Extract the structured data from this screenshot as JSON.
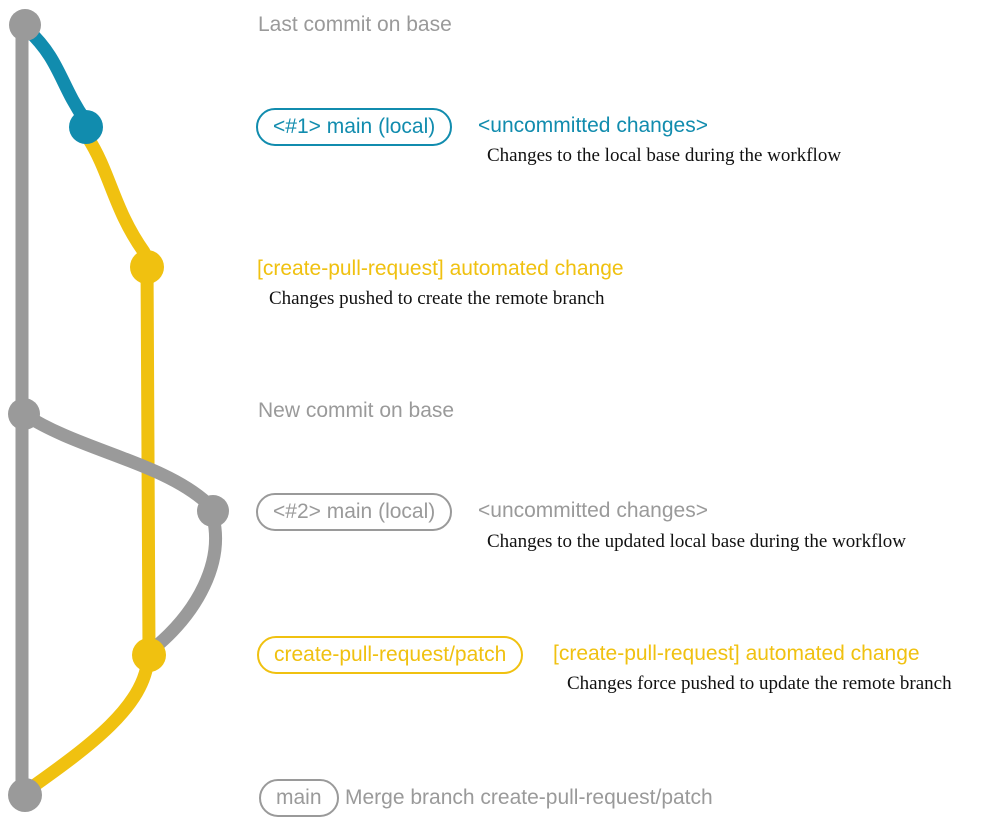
{
  "colors": {
    "gray": "#9a9a9a",
    "blue": "#118cae",
    "yellow": "#f0c110",
    "desc": "#111111",
    "background": "#ffffff"
  },
  "graph": {
    "branches": [
      {
        "name": "base",
        "color": "#9a9a9a"
      },
      {
        "name": "main (local)",
        "color": "#118cae"
      },
      {
        "name": "create-pull-request/patch",
        "color": "#f0c110"
      }
    ],
    "commits": [
      {
        "name": "last-commit-on-base",
        "branch": "base",
        "color": "#9a9a9a"
      },
      {
        "name": "uncommitted-changes-1",
        "branch": "main (local)",
        "color": "#118cae"
      },
      {
        "name": "automated-change-1",
        "branch": "create-pull-request/patch",
        "color": "#f0c110"
      },
      {
        "name": "new-commit-on-base",
        "branch": "base",
        "color": "#9a9a9a"
      },
      {
        "name": "uncommitted-changes-2",
        "branch": "main (local)",
        "color": "#9a9a9a"
      },
      {
        "name": "automated-change-2",
        "branch": "create-pull-request/patch",
        "color": "#f0c110"
      },
      {
        "name": "merge-commit",
        "branch": "base",
        "color": "#9a9a9a"
      }
    ]
  },
  "annotations": {
    "milestone_1": "Last commit on base",
    "badge_1": "<#1> main (local)",
    "note_1": "<uncommitted changes>",
    "desc_1": "Changes to the local base during the workflow",
    "heading_1": "[create-pull-request] automated change",
    "desc_2": "Changes pushed to create the remote branch",
    "milestone_2": "New commit on base",
    "badge_2": "<#2> main (local)",
    "note_2": "<uncommitted changes>",
    "desc_3": "Changes to the updated local base during the workflow",
    "badge_3": "create-pull-request/patch",
    "heading_2": "[create-pull-request] automated change",
    "desc_4": "Changes force pushed to update the remote branch",
    "badge_4": "main",
    "merge_message": "Merge branch create-pull-request/patch"
  }
}
